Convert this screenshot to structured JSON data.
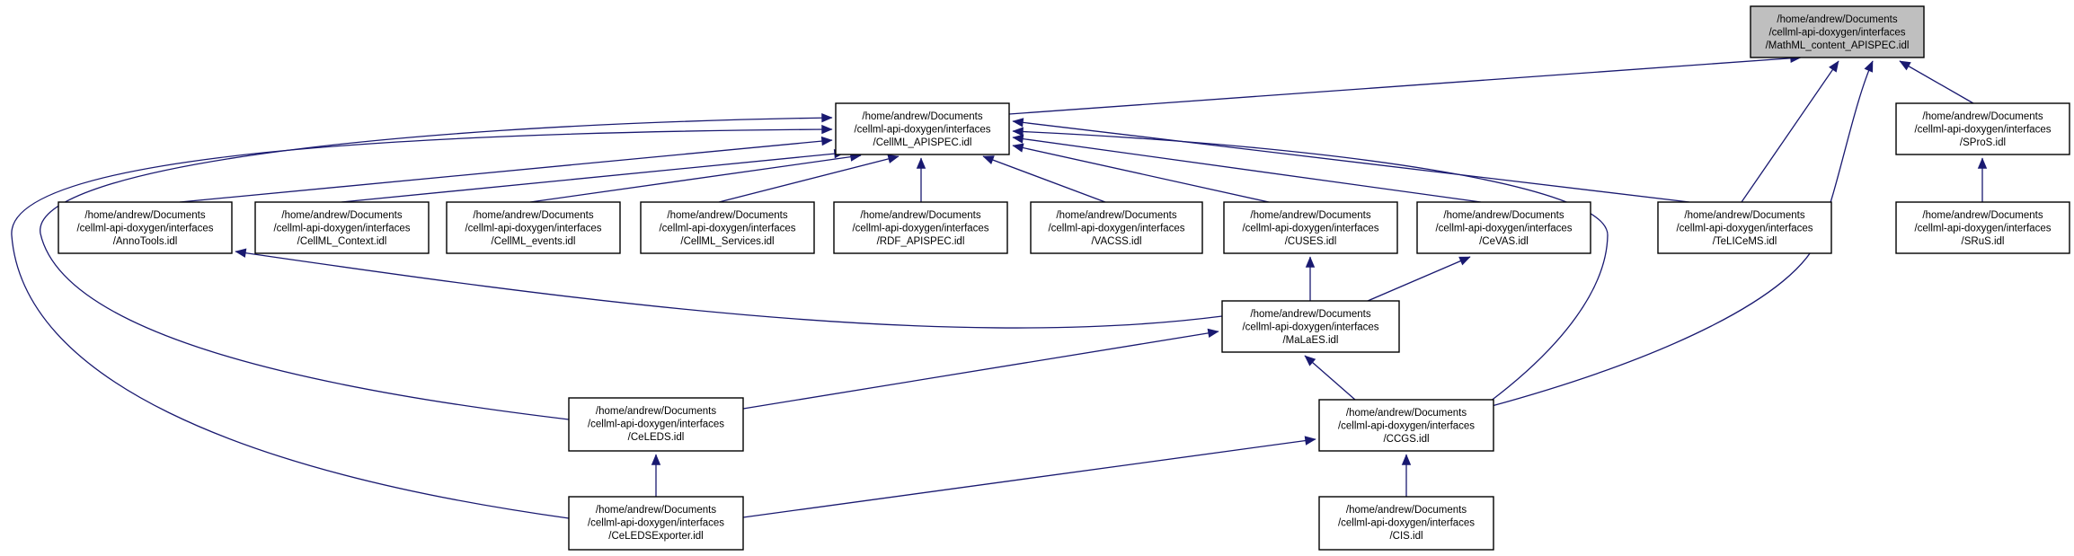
{
  "diagram": {
    "type": "include-dependency-graph",
    "colors": {
      "edge": "#191970",
      "node_border": "#000000",
      "node_fill": "#ffffff",
      "root_fill": "#bfbfbf",
      "text": "#000000",
      "background": "#ffffff"
    },
    "nodes": [
      {
        "id": "mathml",
        "root": true,
        "lines": [
          "/home/andrew/Documents",
          "/cellml-api-doxygen/interfaces",
          "/MathML_content_APISPEC.idl"
        ]
      },
      {
        "id": "cellml_apispec",
        "root": false,
        "lines": [
          "/home/andrew/Documents",
          "/cellml-api-doxygen/interfaces",
          "/CellML_APISPEC.idl"
        ]
      },
      {
        "id": "spros",
        "root": false,
        "lines": [
          "/home/andrew/Documents",
          "/cellml-api-doxygen/interfaces",
          "/SProS.idl"
        ]
      },
      {
        "id": "annotools",
        "root": false,
        "lines": [
          "/home/andrew/Documents",
          "/cellml-api-doxygen/interfaces",
          "/AnnoTools.idl"
        ]
      },
      {
        "id": "cellml_context",
        "root": false,
        "lines": [
          "/home/andrew/Documents",
          "/cellml-api-doxygen/interfaces",
          "/CellML_Context.idl"
        ]
      },
      {
        "id": "cellml_events",
        "root": false,
        "lines": [
          "/home/andrew/Documents",
          "/cellml-api-doxygen/interfaces",
          "/CellML_events.idl"
        ]
      },
      {
        "id": "cellml_services",
        "root": false,
        "lines": [
          "/home/andrew/Documents",
          "/cellml-api-doxygen/interfaces",
          "/CellML_Services.idl"
        ]
      },
      {
        "id": "rdf_apispec",
        "root": false,
        "lines": [
          "/home/andrew/Documents",
          "/cellml-api-doxygen/interfaces",
          "/RDF_APISPEC.idl"
        ]
      },
      {
        "id": "vacss",
        "root": false,
        "lines": [
          "/home/andrew/Documents",
          "/cellml-api-doxygen/interfaces",
          "/VACSS.idl"
        ]
      },
      {
        "id": "cuses",
        "root": false,
        "lines": [
          "/home/andrew/Documents",
          "/cellml-api-doxygen/interfaces",
          "/CUSES.idl"
        ]
      },
      {
        "id": "cevas",
        "root": false,
        "lines": [
          "/home/andrew/Documents",
          "/cellml-api-doxygen/interfaces",
          "/CeVAS.idl"
        ]
      },
      {
        "id": "telicems",
        "root": false,
        "lines": [
          "/home/andrew/Documents",
          "/cellml-api-doxygen/interfaces",
          "/TeLICeMS.idl"
        ]
      },
      {
        "id": "srus",
        "root": false,
        "lines": [
          "/home/andrew/Documents",
          "/cellml-api-doxygen/interfaces",
          "/SRuS.idl"
        ]
      },
      {
        "id": "malaes",
        "root": false,
        "lines": [
          "/home/andrew/Documents",
          "/cellml-api-doxygen/interfaces",
          "/MaLaES.idl"
        ]
      },
      {
        "id": "celeds",
        "root": false,
        "lines": [
          "/home/andrew/Documents",
          "/cellml-api-doxygen/interfaces",
          "/CeLEDS.idl"
        ]
      },
      {
        "id": "ccgs",
        "root": false,
        "lines": [
          "/home/andrew/Documents",
          "/cellml-api-doxygen/interfaces",
          "/CCGS.idl"
        ]
      },
      {
        "id": "celedsexporter",
        "root": false,
        "lines": [
          "/home/andrew/Documents",
          "/cellml-api-doxygen/interfaces",
          "/CeLEDSExporter.idl"
        ]
      },
      {
        "id": "cis",
        "root": false,
        "lines": [
          "/home/andrew/Documents",
          "/cellml-api-doxygen/interfaces",
          "/CIS.idl"
        ]
      }
    ],
    "edges": [
      {
        "from": "cellml_apispec",
        "to": "mathml"
      },
      {
        "from": "telicems",
        "to": "mathml"
      },
      {
        "from": "ccgs",
        "to": "mathml"
      },
      {
        "from": "spros",
        "to": "mathml"
      },
      {
        "from": "srus",
        "to": "spros"
      },
      {
        "from": "annotools",
        "to": "cellml_apispec"
      },
      {
        "from": "cellml_context",
        "to": "cellml_apispec"
      },
      {
        "from": "cellml_events",
        "to": "cellml_apispec"
      },
      {
        "from": "cellml_services",
        "to": "cellml_apispec"
      },
      {
        "from": "rdf_apispec",
        "to": "cellml_apispec"
      },
      {
        "from": "vacss",
        "to": "cellml_apispec"
      },
      {
        "from": "cuses",
        "to": "cellml_apispec"
      },
      {
        "from": "cevas",
        "to": "cellml_apispec"
      },
      {
        "from": "telicems",
        "to": "cellml_apispec"
      },
      {
        "from": "celeds",
        "to": "cellml_apispec"
      },
      {
        "from": "celedsexporter",
        "to": "cellml_apispec"
      },
      {
        "from": "ccgs",
        "to": "cellml_apispec"
      },
      {
        "from": "malaes",
        "to": "annotools"
      },
      {
        "from": "malaes",
        "to": "cuses"
      },
      {
        "from": "malaes",
        "to": "cevas"
      },
      {
        "from": "celeds",
        "to": "malaes"
      },
      {
        "from": "ccgs",
        "to": "malaes"
      },
      {
        "from": "celedsexporter",
        "to": "celeds"
      },
      {
        "from": "celedsexporter",
        "to": "ccgs"
      },
      {
        "from": "cis",
        "to": "ccgs"
      }
    ]
  }
}
